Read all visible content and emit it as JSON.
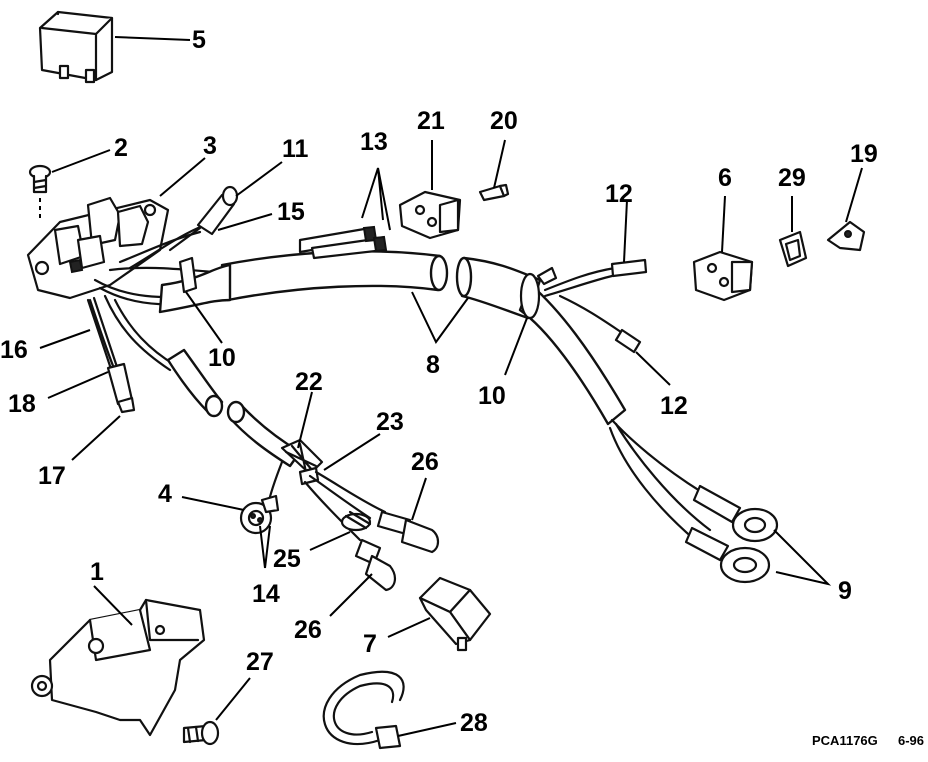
{
  "callouts": [
    "1",
    "2",
    "3",
    "4",
    "5",
    "6",
    "7",
    "8",
    "9",
    "10",
    "10",
    "11",
    "12",
    "12",
    "13",
    "14",
    "15",
    "16",
    "17",
    "18",
    "19",
    "20",
    "21",
    "22",
    "23",
    "25",
    "26",
    "26",
    "27",
    "28",
    "29"
  ],
  "drawing_code": "PCA1176G",
  "revision": "6-96"
}
